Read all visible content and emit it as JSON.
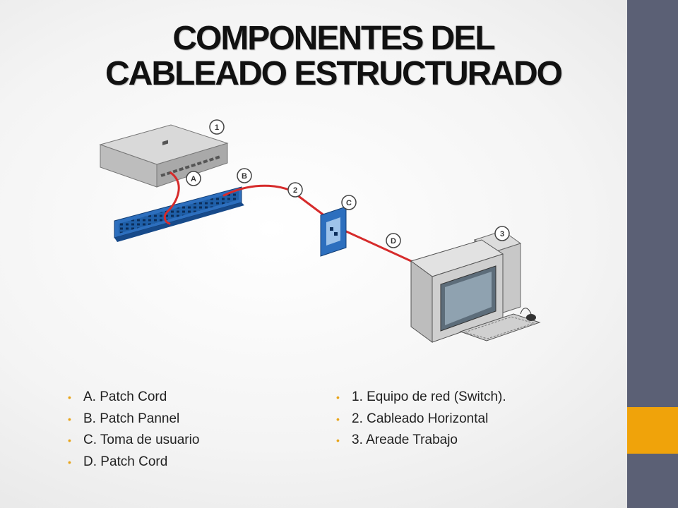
{
  "slide": {
    "title_line1": "COMPONENTES DEL",
    "title_line2": "CABLEADO ESTRUCTURADO"
  },
  "theme": {
    "sidebar_color": "#5b6075",
    "accent_color": "#f0a30a",
    "bullet_color": "#e8a317",
    "cable_color": "#d62b2b",
    "panel_color": "#1f5fa8"
  },
  "diagram": {
    "callouts": {
      "n1": "1",
      "n2": "2",
      "n3": "3",
      "a": "A",
      "b": "B",
      "c": "C",
      "d": "D"
    }
  },
  "legend_left": [
    "A. Patch Cord",
    "B. Patch Pannel",
    "C. Toma de usuario",
    "D. Patch Cord"
  ],
  "legend_right": [
    "1. Equipo de red (Switch).",
    "2. Cableado Horizontal",
    "3. Areade Trabajo"
  ]
}
